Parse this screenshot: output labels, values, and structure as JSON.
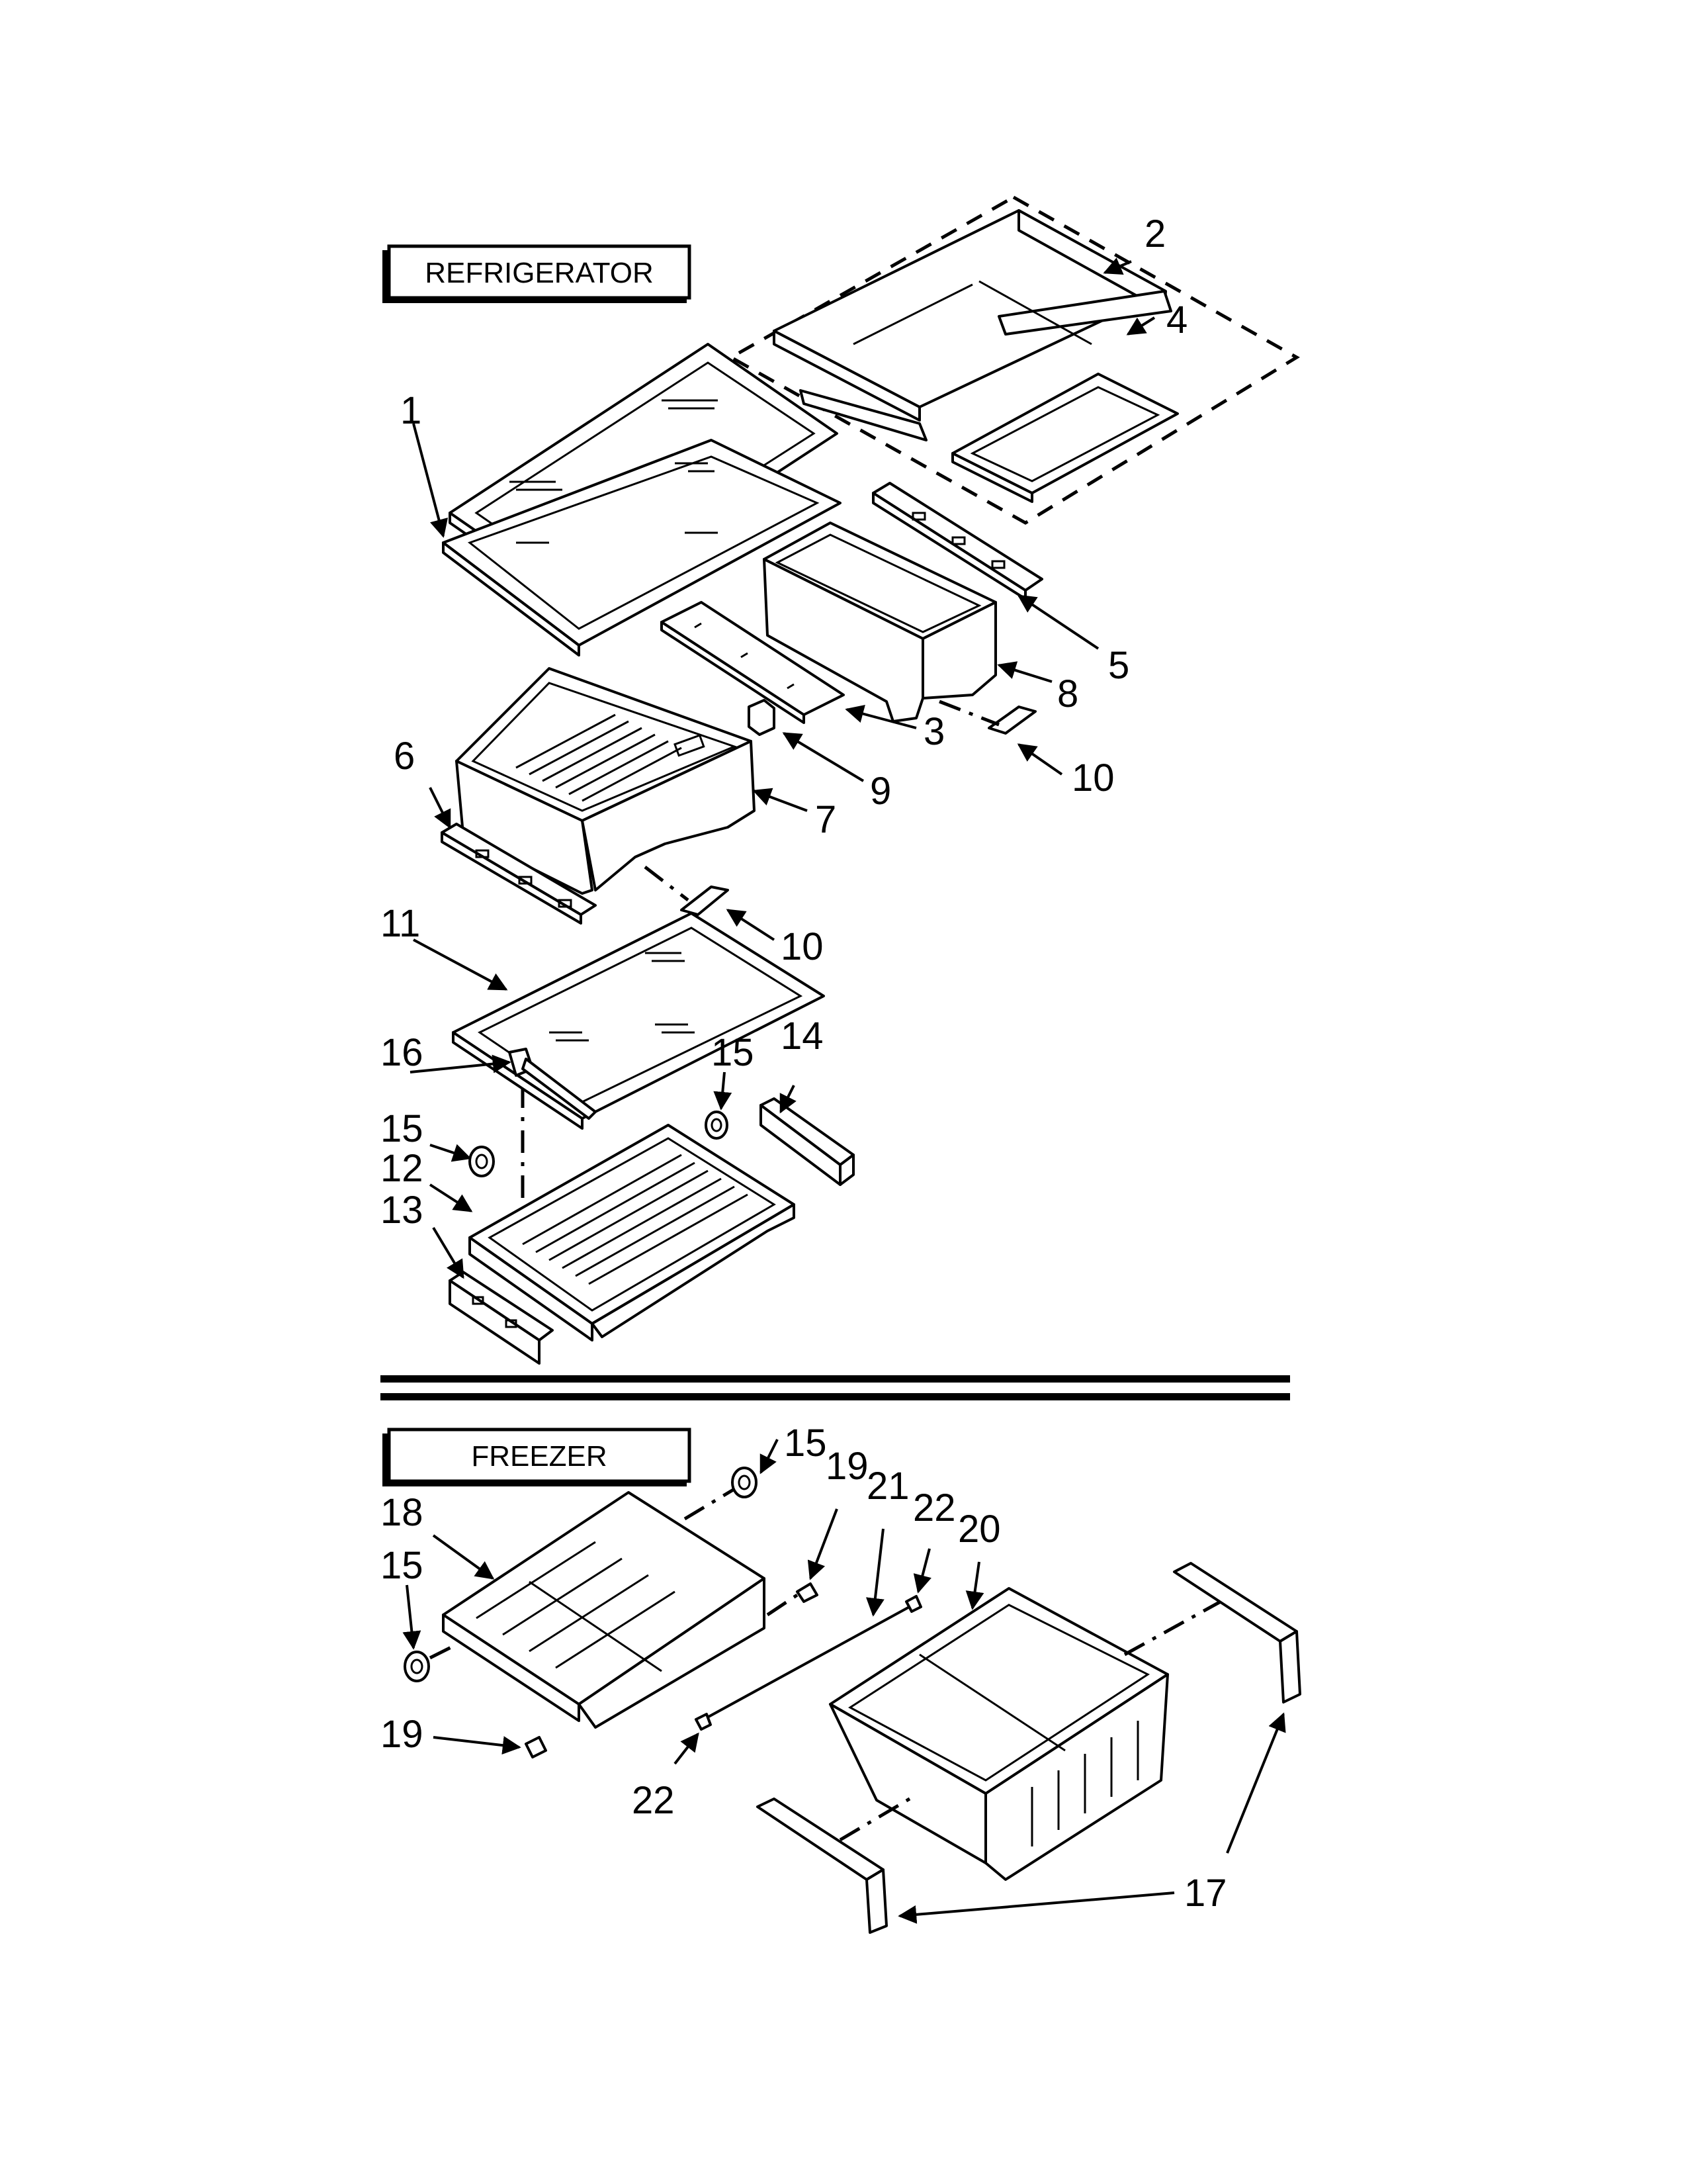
{
  "sections": {
    "refrigerator": {
      "label": "REFRIGERATOR"
    },
    "freezer": {
      "label": "FREEZER"
    }
  },
  "callouts": {
    "c1": "1",
    "c2": "2",
    "c3": "3",
    "c4": "4",
    "c5": "5",
    "c6": "6",
    "c7": "7",
    "c8": "8",
    "c9": "9",
    "c10a": "10",
    "c10b": "10",
    "c11": "11",
    "c12": "12",
    "c13": "13",
    "c14": "14",
    "c15a": "15",
    "c15b": "15",
    "c16": "16",
    "c15c": "15",
    "c19a": "19",
    "c21": "21",
    "c22a": "22",
    "c20": "20",
    "c18": "18",
    "c15d": "15",
    "c19b": "19",
    "c22b": "22",
    "c17": "17"
  }
}
